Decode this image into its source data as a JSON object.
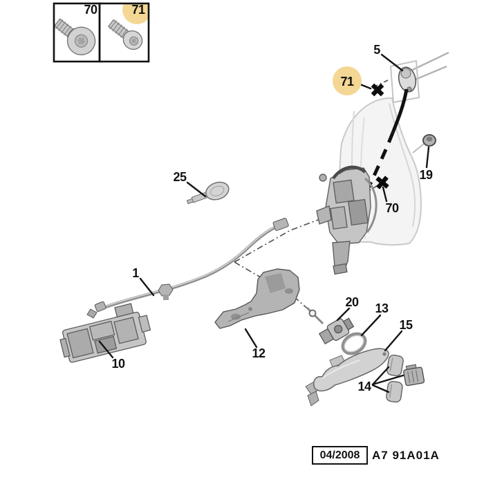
{
  "legend": {
    "items": [
      {
        "label": "70",
        "highlighted": false
      },
      {
        "label": "71",
        "highlighted": true
      }
    ]
  },
  "callouts": {
    "c5": "5",
    "c71": "71",
    "c19": "19",
    "c25": "25",
    "c70": "70",
    "c1": "1",
    "c20": "20",
    "c13": "13",
    "c15": "15",
    "c12": "12",
    "c10": "10",
    "c14": "14"
  },
  "footer": {
    "date": "04/2008",
    "code": "A7 91A01A"
  },
  "colors": {
    "highlight": "#F4D794",
    "label_text": "#111111",
    "leader": "#141414"
  }
}
